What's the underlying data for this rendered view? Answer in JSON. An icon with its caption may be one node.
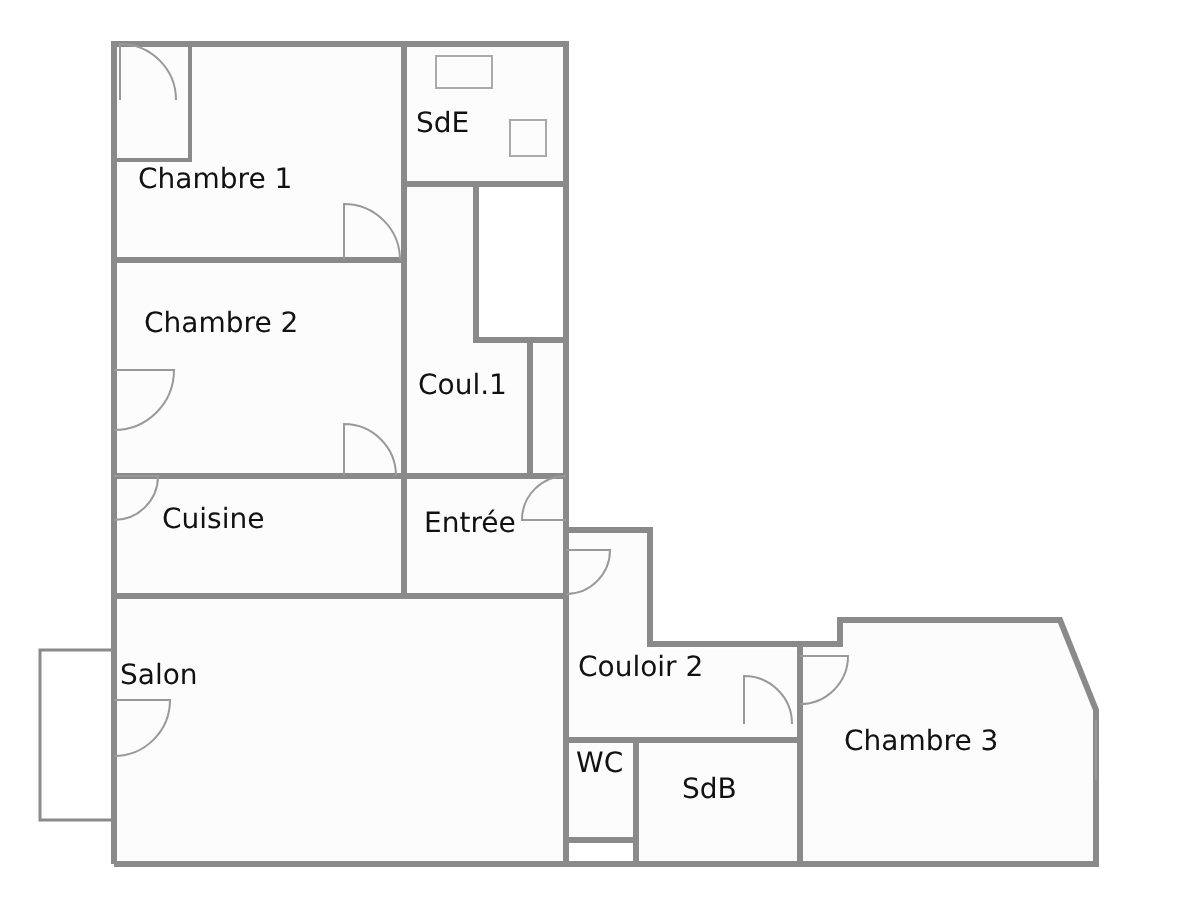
{
  "diagram": {
    "nodes": [
      {
        "text": [
          "Chambre 1"
        ]
      },
      {
        "text": [
          "SdE"
        ]
      },
      {
        "text": [
          "Chambre 2"
        ]
      },
      {
        "text": [
          "Coul.1"
        ]
      },
      {
        "text": [
          "Cuisine"
        ]
      },
      {
        "text": [
          "Entrée"
        ]
      },
      {
        "text": [
          "Salon"
        ]
      },
      {
        "text": [
          "Couloir 2"
        ]
      },
      {
        "text": [
          "WC"
        ]
      },
      {
        "text": [
          "SdB"
        ]
      },
      {
        "text": [
          "Chambre 3"
        ]
      }
    ],
    "edges": []
  }
}
